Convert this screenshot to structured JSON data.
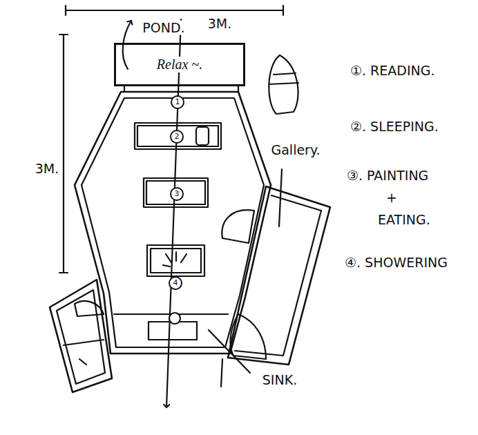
{
  "diagram": {
    "nodes": [
      {
        "text": [
          "Relax ~."
        ]
      }
    ],
    "labels": [
      "POND.",
      "3M.",
      "3M.",
      "Gallery.",
      "SINK.",
      "1",
      "2",
      "3",
      "4",
      "①. READING.",
      "②. SLEEPING.",
      "③. PAINTING",
      "+",
      "EATING.",
      "④. SHOWERING"
    ]
  }
}
